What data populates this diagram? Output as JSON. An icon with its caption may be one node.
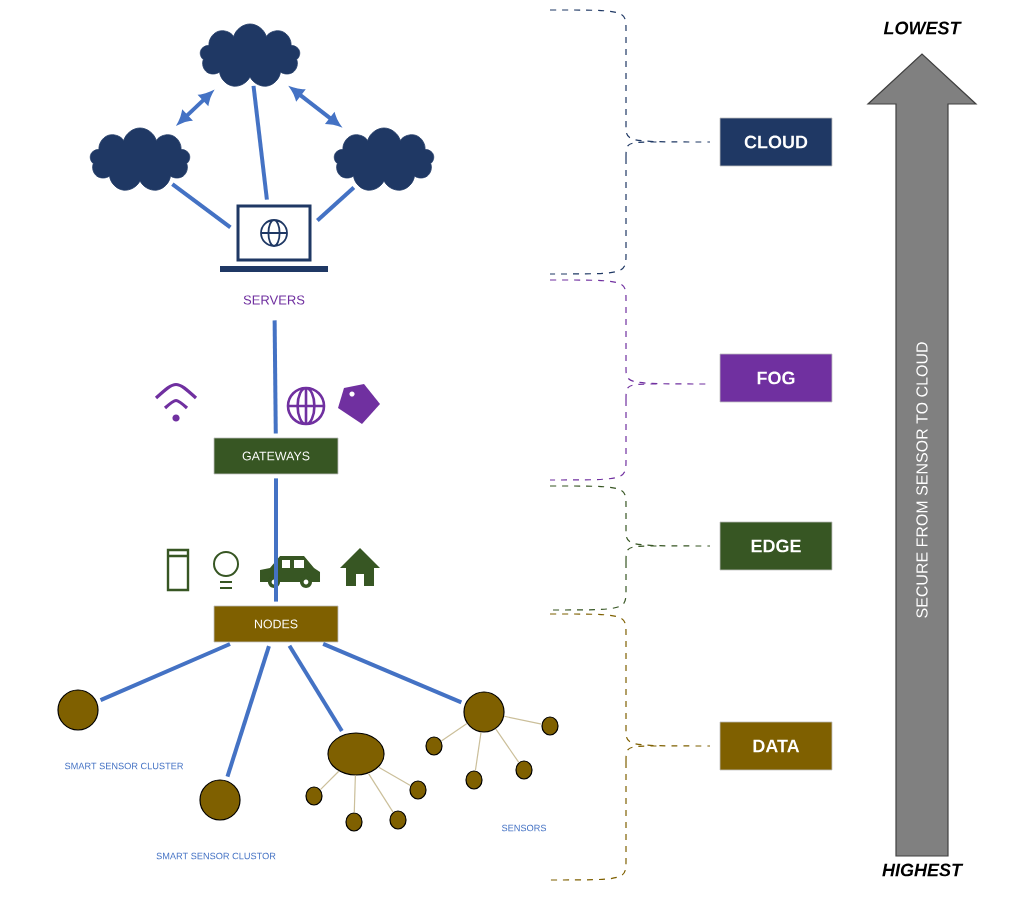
{
  "diagram": {
    "nodes": [
      {
        "text": [],
        "shape": "cloud"
      },
      {
        "text": [],
        "shape": "cloud"
      },
      {
        "text": [],
        "shape": "cloud"
      },
      {
        "text": [],
        "shape": "laptop",
        "beside": [
          "SERVERS"
        ]
      },
      {
        "text": [
          "GATEWAYS"
        ]
      },
      {
        "text": [
          "NODES"
        ]
      },
      {
        "text": [],
        "shape": "circle",
        "beside": [
          "SMART SENSOR CLUSTER"
        ]
      },
      {
        "text": [],
        "shape": "circle",
        "beside": [
          "SMART SENSOR CLUSTOR"
        ]
      },
      {
        "text": [],
        "shape": "circle"
      },
      {
        "text": [],
        "shape": "circle"
      },
      {
        "text": [],
        "shape": "circle"
      },
      {
        "text": [],
        "shape": "circle"
      },
      {
        "text": [],
        "shape": "circle"
      },
      {
        "text": [],
        "shape": "circle"
      },
      {
        "text": [],
        "shape": "circle"
      },
      {
        "text": [],
        "shape": "circle"
      },
      {
        "text": [],
        "shape": "circle"
      },
      {
        "text": [],
        "shape": "circle"
      },
      {
        "text": [
          "CLOUD"
        ]
      },
      {
        "text": [
          "FOG"
        ]
      },
      {
        "text": [
          "EDGE"
        ]
      },
      {
        "text": [
          "DATA"
        ]
      }
    ],
    "edges": [
      {
        "from": 1,
        "to": 0,
        "arrow": "both"
      },
      {
        "from": 0,
        "to": 2,
        "arrow": "both"
      },
      {
        "from": 0,
        "to": 3,
        "arrow": "none"
      },
      {
        "from": 1,
        "to": 3,
        "arrow": "none"
      },
      {
        "from": 2,
        "to": 3,
        "arrow": "none"
      },
      {
        "from": 3,
        "to": 4,
        "arrow": "none"
      },
      {
        "from": 4,
        "to": 5,
        "arrow": "none"
      },
      {
        "from": 5,
        "to": 6,
        "arrow": "none"
      },
      {
        "from": 5,
        "to": 7,
        "arrow": "none"
      },
      {
        "from": 5,
        "to": 8,
        "arrow": "none"
      },
      {
        "from": 5,
        "to": 13,
        "arrow": "none"
      },
      {
        "from": 8,
        "to": 9,
        "arrow": "none",
        "color": "#cbbf9a"
      },
      {
        "from": 8,
        "to": 10,
        "arrow": "none",
        "color": "#cbbf9a"
      },
      {
        "from": 8,
        "to": 11,
        "arrow": "none",
        "color": "#cbbf9a"
      },
      {
        "from": 8,
        "to": 12,
        "arrow": "none",
        "color": "#cbbf9a"
      },
      {
        "from": 13,
        "to": 14,
        "arrow": "none",
        "color": "#cbbf9a"
      },
      {
        "from": 13,
        "to": 15,
        "arrow": "none",
        "color": "#cbbf9a"
      },
      {
        "from": 13,
        "to": 16,
        "arrow": "none",
        "color": "#cbbf9a"
      },
      {
        "from": 13,
        "to": 17,
        "arrow": "none",
        "color": "#cbbf9a"
      }
    ],
    "labels": [
      "LOWEST",
      "SECURE FROM SENSOR TO CLOUD",
      "HIGHEST",
      "SENSORS"
    ]
  }
}
